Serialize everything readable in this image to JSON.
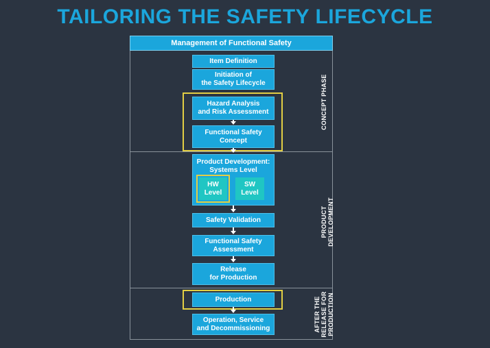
{
  "title": "TAILORING THE SAFETY LIFECYCLE",
  "header": "Management of Functional Safety",
  "boxes": {
    "item_definition": "Item Definition",
    "initiation": "Initiation of\nthe Safety Lifecycle",
    "hazard_analysis": "Hazard Analysis\nand Risk Assessment",
    "fs_concept": "Functional Safety\nConcept",
    "product_development": "Product Development:\nSystems Level",
    "hw_level": "HW\nLevel",
    "sw_level": "SW\nLevel",
    "safety_validation": "Safety Validation",
    "fs_assessment": "Functional Safety\nAssessment",
    "release": "Release\nfor Production",
    "production": "Production",
    "operation": "Operation, Service\nand Decommissioning"
  },
  "phases": {
    "concept": "CONCEPT PHASE",
    "product_development": "PRODUCT DEVELOPMENT",
    "after_release": "AFTER THE\nRELEASE FOR\nPRODUCTION"
  },
  "colors": {
    "background": "#2b3441",
    "box": "#1ba6dc",
    "sub_box": "#20c6c3",
    "highlight": "#e3cf44"
  }
}
